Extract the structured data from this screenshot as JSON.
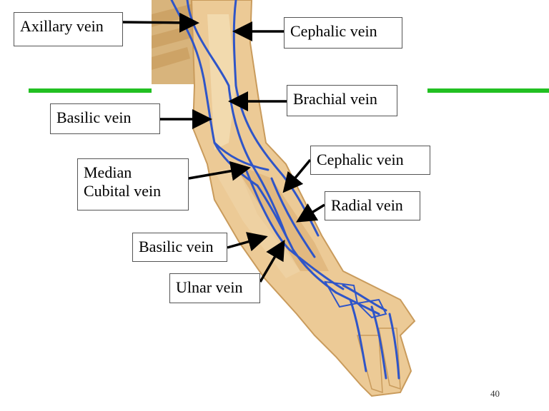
{
  "labels": {
    "axillary": "Axillary vein",
    "cephalic_upper": "Cephalic vein",
    "brachial": "Brachial vein",
    "basilic_upper": "Basilic vein",
    "median_cubital_line1": "Median",
    "median_cubital_line2": "Cubital  vein",
    "cephalic_lower": "Cephalic vein",
    "radial": "Radial vein",
    "basilic_lower": "Basilic vein",
    "ulnar": "Ulnar vein"
  },
  "page_number": "40",
  "colors": {
    "divider_line": "#22c022",
    "vein": "#2f55c8",
    "skin": "#e9c58e",
    "skin_dark": "#c99b5c",
    "arrow": "#000000"
  }
}
